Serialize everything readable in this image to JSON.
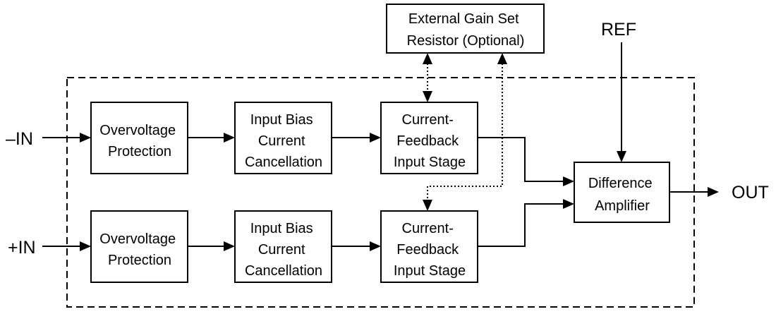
{
  "blocks": {
    "gain_resistor": [
      "External Gain Set",
      "Resistor (Optional)"
    ],
    "ovp_top": [
      "Overvoltage",
      "Protection"
    ],
    "bias_top": [
      "Input Bias",
      "Current",
      "Cancellation"
    ],
    "cfb_top": [
      "Current-",
      "Feedback",
      "Input Stage"
    ],
    "ovp_bottom": [
      "Overvoltage",
      "Protection"
    ],
    "bias_bottom": [
      "Input Bias",
      "Current",
      "Cancellation"
    ],
    "cfb_bottom": [
      "Current-",
      "Feedback",
      "Input Stage"
    ],
    "diff_amp": [
      "Difference",
      "Amplifier"
    ]
  },
  "terminals": {
    "neg_in": "–IN",
    "pos_in": "+IN",
    "ref": "REF",
    "out": "OUT"
  }
}
